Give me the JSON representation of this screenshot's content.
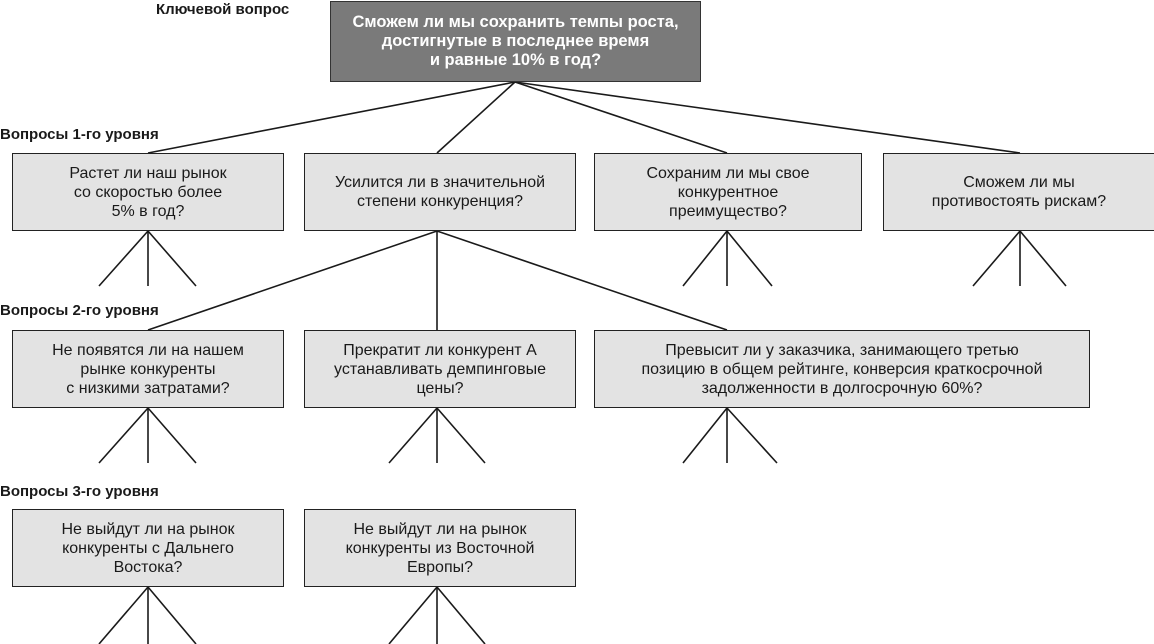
{
  "labels": {
    "key": "Ключевой вопрос",
    "level1": "Вопросы 1-го уровня",
    "level2": "Вопросы 2-го уровня",
    "level3": "Вопросы 3-го уровня"
  },
  "root": "Сможем ли мы сохранить темпы роста,\nдостигнутые в последнее время\nи равные 10% в год?",
  "level1": [
    "Растет ли наш рынок\nсо скоростью более\n5% в год?",
    "Усилится ли в значительной\nстепени конкуренция?",
    "Сохраним ли мы свое\nконкурентное\nпреимущество?",
    "Сможем ли мы\nпротивостоять рискам?"
  ],
  "level2": [
    "Не появятся ли на нашем\nрынке конкуренты\nс низкими затратами?",
    "Прекратит ли конкурент А\nустанавливать демпинговые\nцены?",
    "Превысит ли у заказчика, занимающего третью\nпозицию в общем рейтинге, конверсия краткосрочной\nзадолженности в долгосрочную 60%?"
  ],
  "level3": [
    "Не выйдут ли на рынок\nконкуренты с Дальнего\nВостока?",
    "Не выйдут ли на рынок\nконкуренты из Восточной\nЕвропы?"
  ]
}
